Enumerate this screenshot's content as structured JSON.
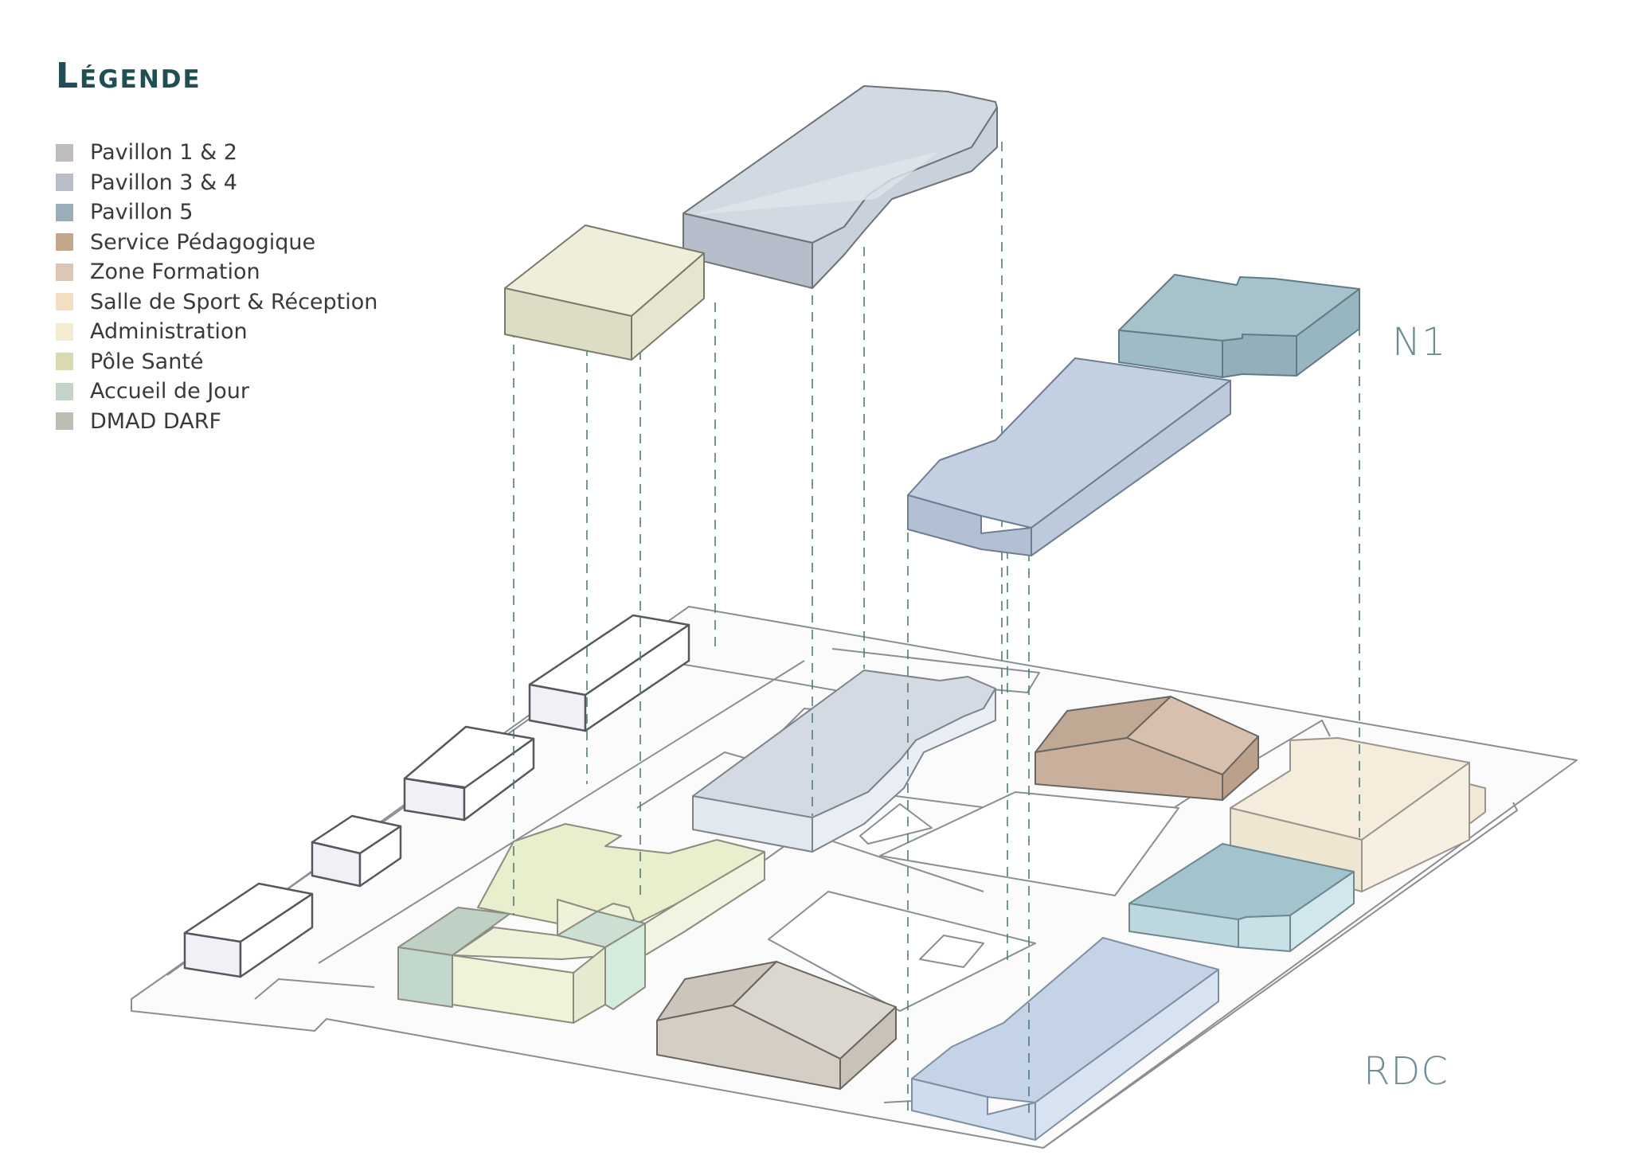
{
  "legend": {
    "title": "Légende",
    "items": [
      {
        "label": "Pavillon 1 & 2",
        "color": "#c0bcbe"
      },
      {
        "label": "Pavillon 3 & 4",
        "color": "#b9bcc9"
      },
      {
        "label": "Pavillon 5",
        "color": "#9aaeb9"
      },
      {
        "label": "Service Pédagogique",
        "color": "#c3a78a"
      },
      {
        "label": "Zone Formation",
        "color": "#dcc6b6"
      },
      {
        "label": "Salle de Sport & Réception",
        "color": "#f2dfc2"
      },
      {
        "label": "Administration",
        "color": "#f3ecd2"
      },
      {
        "label": "Pôle Santé",
        "color": "#dbd9b0"
      },
      {
        "label": "Accueil de Jour",
        "color": "#c4d3c7"
      },
      {
        "label": "DMAD DARF",
        "color": "#bdbdb4"
      }
    ]
  },
  "levels": {
    "upper": "N1",
    "ground": "RDC"
  },
  "colors": {
    "pavillon34_top": "#cdd7df",
    "pavillon34_side": "#aab6c4",
    "blue_top": "#c2d1e2",
    "blue_side": "#aebfd4",
    "teal_top": "#a9c4cf",
    "teal_side": "#94b1bd",
    "yellow_top": "#eeeed9",
    "yellow_side": "#dcdcc3",
    "brown_top": "#c8b3a0",
    "brown_side": "#b19b86",
    "beige_top": "#f4ead8",
    "beige_side": "#ece2cc",
    "grey_roof": "#d6d0c8",
    "grey_side": "#c6c0b6",
    "green_block": "#c8d9d0",
    "outline": "#6e7378",
    "dash": "#4f7d7d",
    "accent_title": "#1f4f55",
    "level_label": "#6f8e93"
  }
}
